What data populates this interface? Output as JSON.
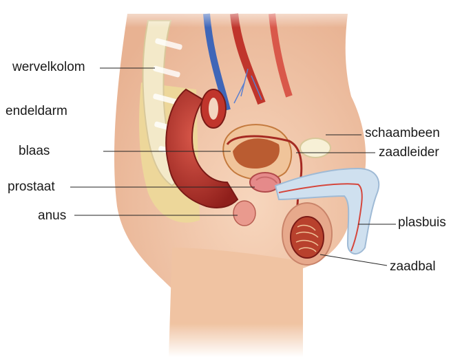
{
  "labels": {
    "wervelkolom": "wervelkolom",
    "endeldarm": "endeldarm",
    "blaas": "blaas",
    "prostaat": "prostaat",
    "anus": "anus",
    "schaambeen": "schaambeen",
    "zaadleider": "zaadleider",
    "plasbuis": "plasbuis",
    "zaadbal": "zaadbal"
  },
  "colors": {
    "skin": "#f2c6a6",
    "skin_shadow": "#e3a888",
    "muscle": "#c0352c",
    "organ_dark": "#9e2420",
    "bone": "#f3e9c9",
    "fat": "#edd79a",
    "penis_tissue": "#cfe0ef",
    "leader_line": "#222222"
  }
}
